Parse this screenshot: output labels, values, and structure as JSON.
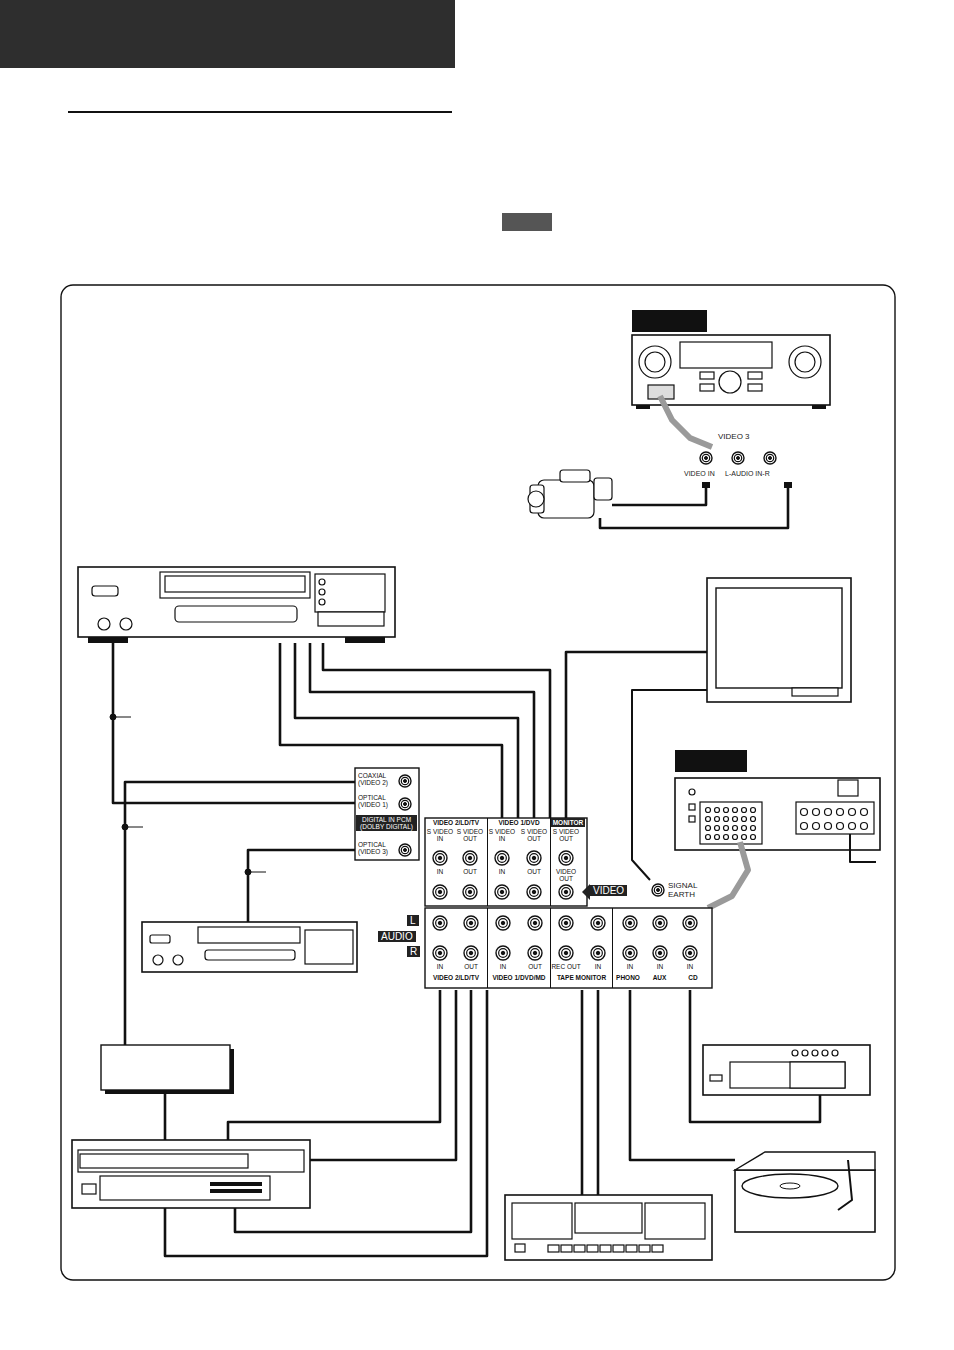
{
  "diagram": {
    "nodes": [
      {
        "text": [
          "COAXIAL (VIDEO 2)",
          "OPTICAL (VIDEO 1)",
          "DIGITAL IN PCM (DOLBY DIGITAL)",
          "OPTICAL (VIDEO 3)"
        ]
      },
      {
        "text": [
          "VIDEO 2/LD/TV",
          "VIDEO 1/DVD",
          "MONITOR",
          "S VIDEO IN",
          "S VIDEO OUT",
          "S VIDEO IN",
          "S VIDEO OUT",
          "S VIDEO OUT",
          "IN",
          "OUT",
          "IN",
          "OUT",
          "VIDEO OUT"
        ]
      },
      {
        "text": [
          "IN",
          "OUT",
          "IN",
          "OUT",
          "REC OUT",
          "IN",
          "IN",
          "IN",
          "IN",
          "VIDEO 2/LD/TV",
          "VIDEO 1/DVD/MD",
          "TAPE MONITOR",
          "PHONO",
          "AUX",
          "CD"
        ]
      }
    ],
    "labels": [
      "VIDEO 3",
      "VIDEO IN",
      "L-AUDIO IN-R",
      "VIDEO",
      "SIGNAL EARTH",
      "L",
      "AUDIO",
      "R"
    ]
  }
}
